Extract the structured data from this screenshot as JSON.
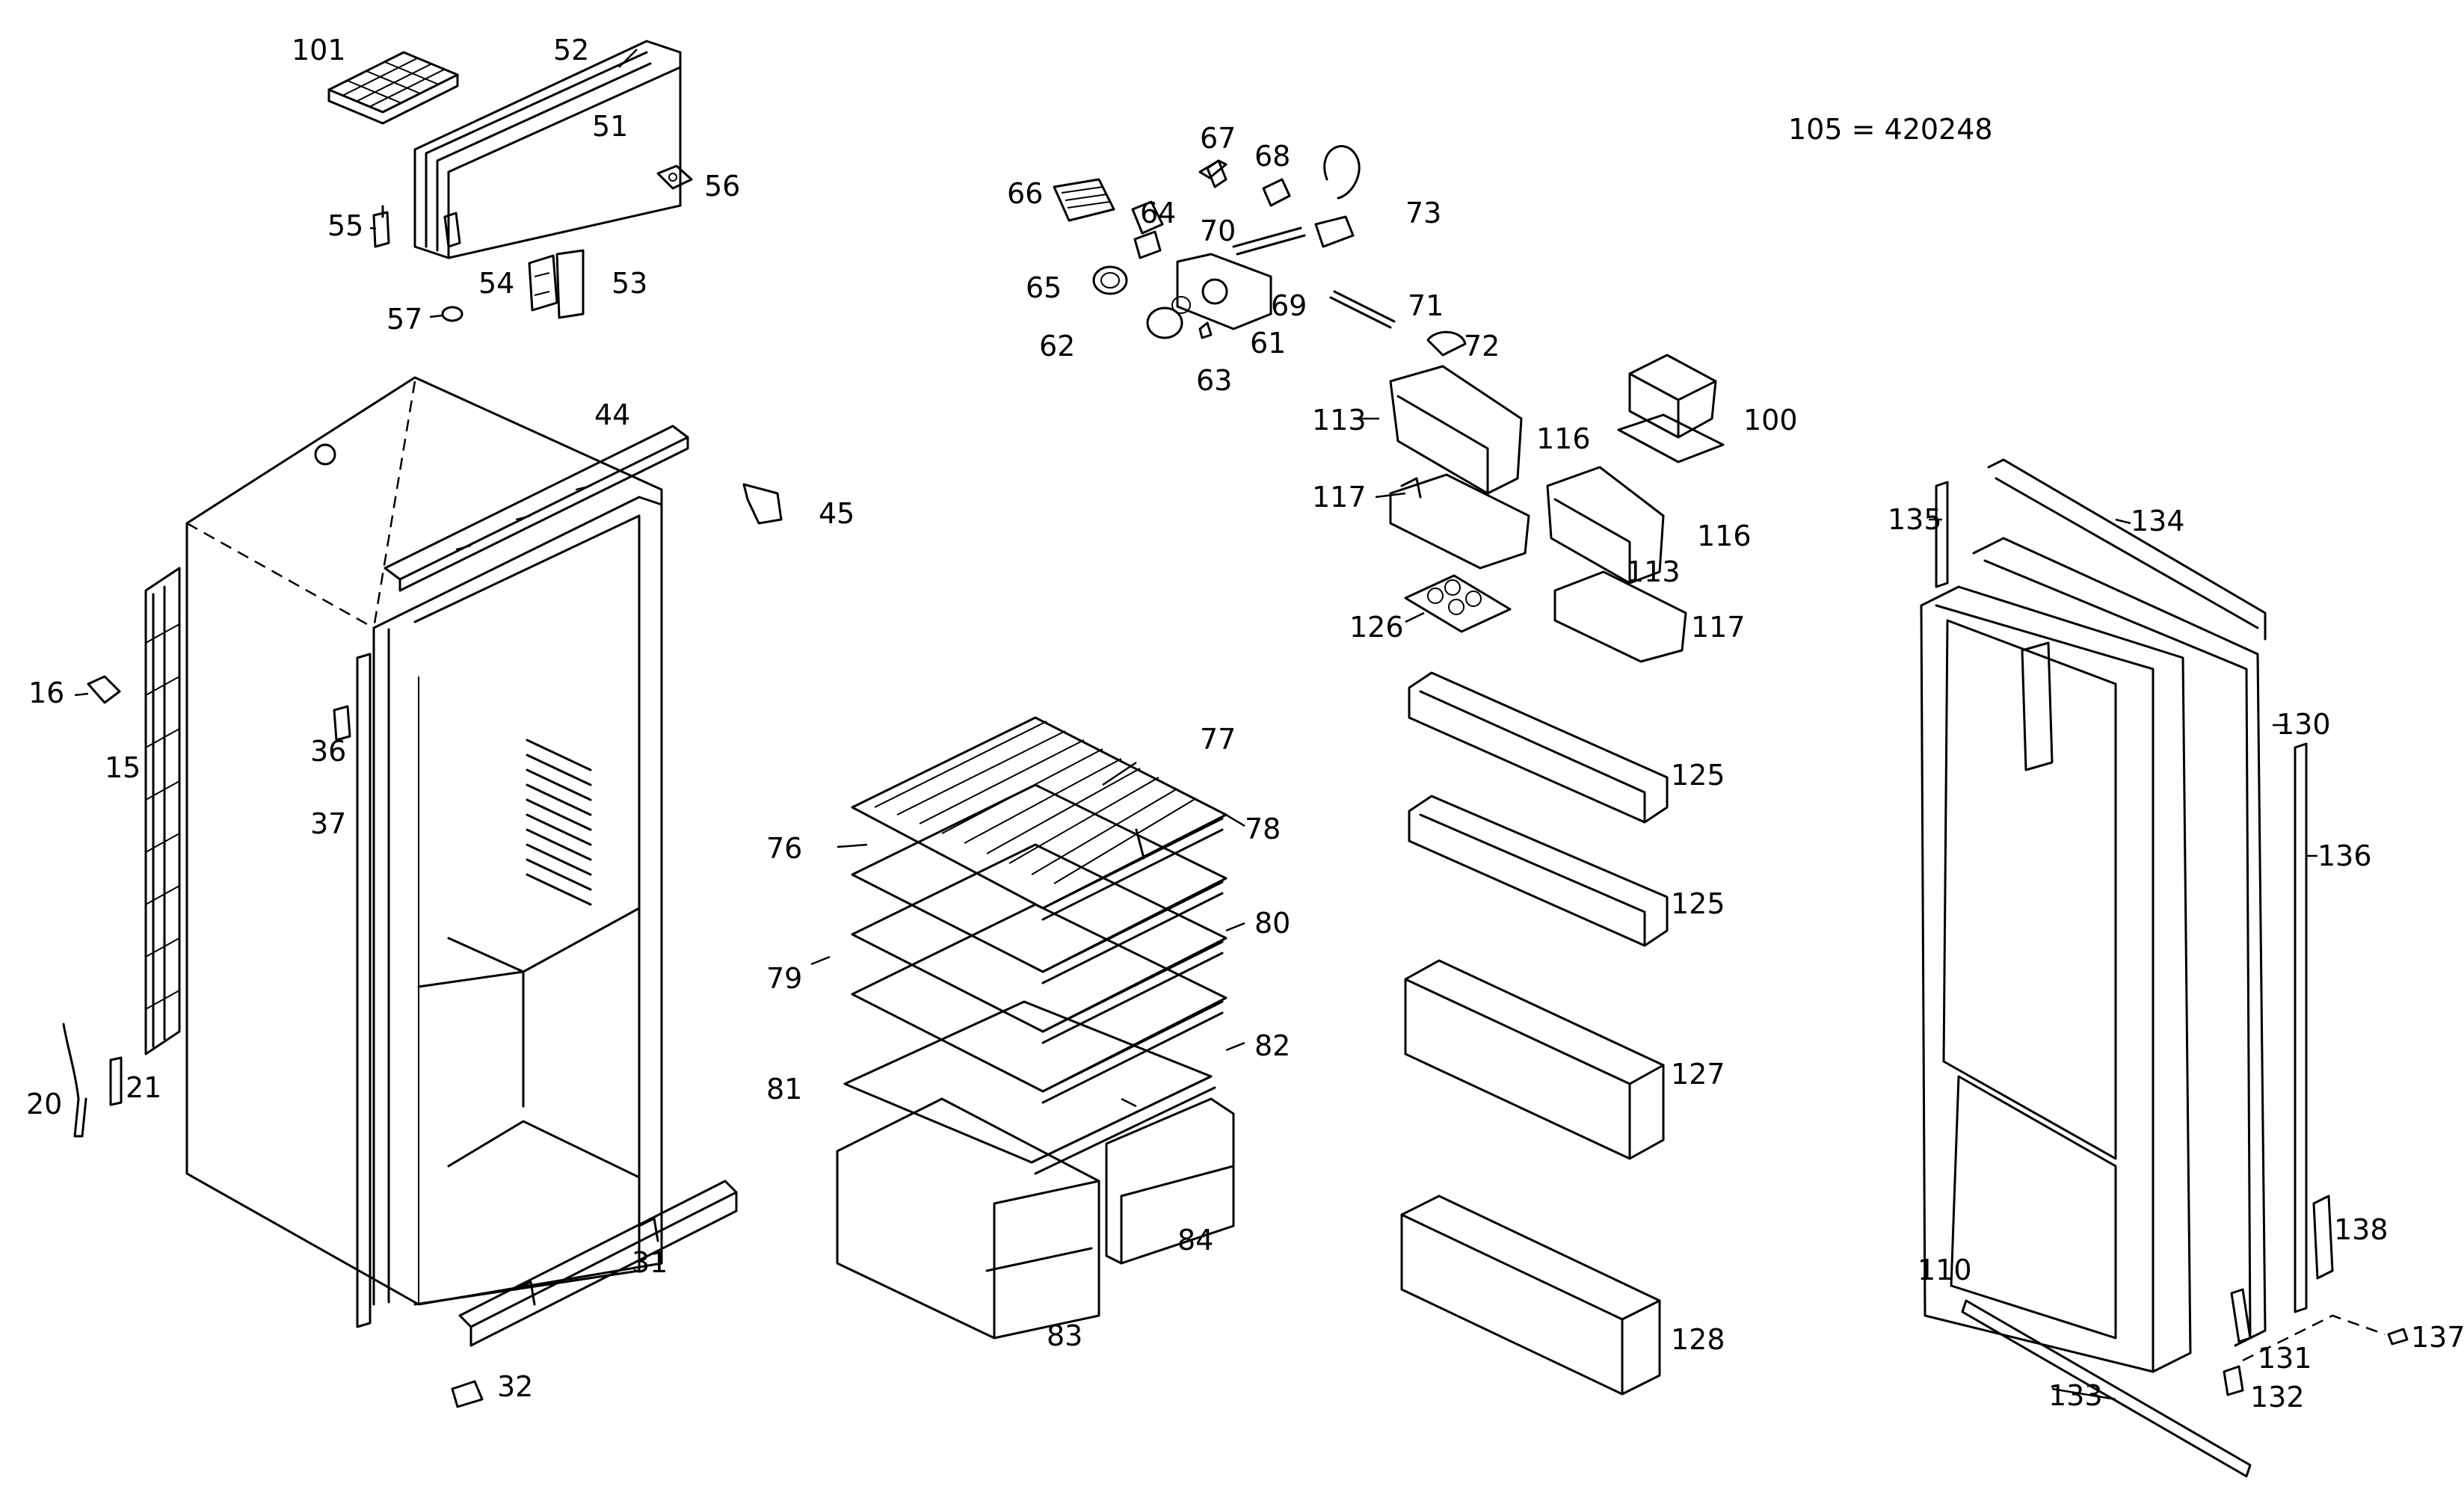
{
  "note": "105 = 420248",
  "labels": [
    {
      "id": "101",
      "text": "101"
    },
    {
      "id": "52",
      "text": "52"
    },
    {
      "id": "51",
      "text": "51"
    },
    {
      "id": "56",
      "text": "56"
    },
    {
      "id": "55",
      "text": "55"
    },
    {
      "id": "54",
      "text": "54"
    },
    {
      "id": "53",
      "text": "53"
    },
    {
      "id": "57",
      "text": "57"
    },
    {
      "id": "67",
      "text": "67"
    },
    {
      "id": "68",
      "text": "68"
    },
    {
      "id": "66",
      "text": "66"
    },
    {
      "id": "64",
      "text": "64"
    },
    {
      "id": "73",
      "text": "73"
    },
    {
      "id": "70",
      "text": "70"
    },
    {
      "id": "69",
      "text": "69"
    },
    {
      "id": "65",
      "text": "65"
    },
    {
      "id": "71",
      "text": "71"
    },
    {
      "id": "62",
      "text": "62"
    },
    {
      "id": "61",
      "text": "61"
    },
    {
      "id": "72",
      "text": "72"
    },
    {
      "id": "63",
      "text": "63"
    },
    {
      "id": "113a",
      "text": "113"
    },
    {
      "id": "116a",
      "text": "116"
    },
    {
      "id": "100",
      "text": "100"
    },
    {
      "id": "117a",
      "text": "117"
    },
    {
      "id": "116b",
      "text": "116"
    },
    {
      "id": "113b",
      "text": "113"
    },
    {
      "id": "126",
      "text": "126"
    },
    {
      "id": "117b",
      "text": "117"
    },
    {
      "id": "44",
      "text": "44"
    },
    {
      "id": "45",
      "text": "45"
    },
    {
      "id": "16",
      "text": "16"
    },
    {
      "id": "15",
      "text": "15"
    },
    {
      "id": "36",
      "text": "36"
    },
    {
      "id": "37",
      "text": "37"
    },
    {
      "id": "20",
      "text": "20"
    },
    {
      "id": "21",
      "text": "21"
    },
    {
      "id": "31",
      "text": "31"
    },
    {
      "id": "32",
      "text": "32"
    },
    {
      "id": "77",
      "text": "77"
    },
    {
      "id": "76",
      "text": "76"
    },
    {
      "id": "78",
      "text": "78"
    },
    {
      "id": "80",
      "text": "80"
    },
    {
      "id": "79",
      "text": "79"
    },
    {
      "id": "82",
      "text": "82"
    },
    {
      "id": "81",
      "text": "81"
    },
    {
      "id": "84",
      "text": "84"
    },
    {
      "id": "83",
      "text": "83"
    },
    {
      "id": "125a",
      "text": "125"
    },
    {
      "id": "125b",
      "text": "125"
    },
    {
      "id": "127",
      "text": "127"
    },
    {
      "id": "128",
      "text": "128"
    },
    {
      "id": "135",
      "text": "135"
    },
    {
      "id": "134",
      "text": "134"
    },
    {
      "id": "130",
      "text": "130"
    },
    {
      "id": "136",
      "text": "136"
    },
    {
      "id": "138",
      "text": "138"
    },
    {
      "id": "110",
      "text": "110"
    },
    {
      "id": "131",
      "text": "131"
    },
    {
      "id": "137",
      "text": "137"
    },
    {
      "id": "133",
      "text": "133"
    },
    {
      "id": "132",
      "text": "132"
    }
  ]
}
